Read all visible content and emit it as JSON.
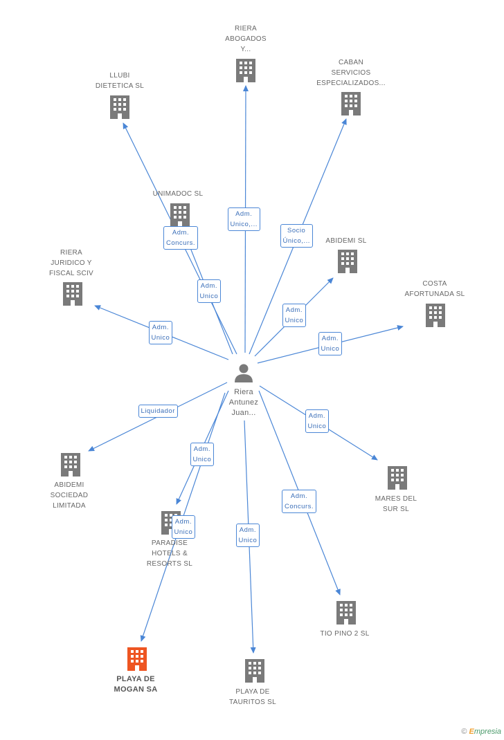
{
  "colors": {
    "edge": "#4a86d6",
    "company": "#7a7a7a",
    "highlight": "#ee5522",
    "person": "#7a7a7a"
  },
  "center": {
    "id": "person",
    "label": "Riera\nAntunez\nJuan...",
    "icon": "person-icon"
  },
  "nodes": [
    {
      "id": "riera-abogados",
      "label": "RIERA\nABOGADOS\nY...",
      "icon": "building-icon"
    },
    {
      "id": "caban",
      "label": "CABAN\nSERVICIOS\nESPECIALIZADOS...",
      "icon": "building-icon"
    },
    {
      "id": "llubi",
      "label": "LLUBI\nDIETETICA SL",
      "icon": "building-icon"
    },
    {
      "id": "unimadoc",
      "label": "UNIMADOC SL",
      "icon": "building-icon"
    },
    {
      "id": "abidemi-sl",
      "label": "ABIDEMI SL",
      "icon": "building-icon"
    },
    {
      "id": "riera-juridico",
      "label": "RIERA\nJURIDICO Y\nFISCAL SCIV",
      "icon": "building-icon"
    },
    {
      "id": "costa",
      "label": "COSTA\nAFORTUNADA SL",
      "icon": "building-icon"
    },
    {
      "id": "abidemi-sociedad",
      "label": "ABIDEMI\nSOCIEDAD\nLIMITADA",
      "icon": "building-icon"
    },
    {
      "id": "mares",
      "label": "MARES DEL\nSUR SL",
      "icon": "building-icon"
    },
    {
      "id": "paradise",
      "label": "PARADISE\nHOTELS &\nRESORTS SL",
      "icon": "building-icon"
    },
    {
      "id": "tio-pino",
      "label": "TIO PINO 2 SL",
      "icon": "building-icon"
    },
    {
      "id": "playa-mogan",
      "label": "PLAYA DE\nMOGAN SA",
      "icon": "building-icon",
      "highlight": true
    },
    {
      "id": "playa-tauritos",
      "label": "PLAYA DE\nTAURITOS SL",
      "icon": "building-icon"
    }
  ],
  "edges": [
    {
      "to": "riera-abogados",
      "label": "Adm.\nUnico,..."
    },
    {
      "to": "caban",
      "label": "Socio\nÚnico,..."
    },
    {
      "to": "llubi",
      "label": "Adm.\nUnico"
    },
    {
      "to": "unimadoc",
      "label": "Adm.\nConcurs."
    },
    {
      "to": "abidemi-sl",
      "label": "Adm.\nUnico"
    },
    {
      "to": "riera-juridico",
      "label": "Adm.\nUnico"
    },
    {
      "to": "costa",
      "label": "Adm.\nUnico"
    },
    {
      "to": "abidemi-sociedad",
      "label": "Liquidador"
    },
    {
      "to": "mares",
      "label": "Adm.\nUnico"
    },
    {
      "to": "paradise",
      "label": "Adm.\nUnico"
    },
    {
      "to": "tio-pino",
      "label": "Adm.\nConcurs."
    },
    {
      "to": "playa-mogan",
      "label": "Adm.\nUnico"
    },
    {
      "to": "playa-tauritos",
      "label": "Adm.\nUnico"
    }
  ],
  "footer": {
    "copyright": "©",
    "brand_initial": "E",
    "brand_rest": "mpresia"
  }
}
